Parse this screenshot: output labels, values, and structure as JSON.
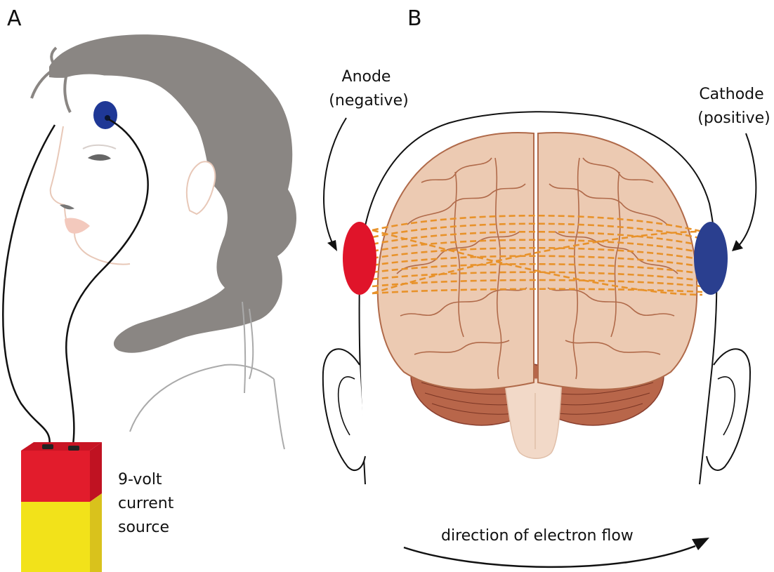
{
  "panels": {
    "a": {
      "letter": "A",
      "battery_label": [
        "9-volt",
        "current",
        "source"
      ]
    },
    "b": {
      "letter": "B",
      "anode_label": [
        "Anode",
        "(negative)"
      ],
      "cathode_label": [
        "Cathode",
        "(positive)"
      ],
      "flow_label": "direction of electron flow"
    }
  },
  "colors": {
    "hair": "#8a8683",
    "skin_outline": "#e8c8b8",
    "brain": "#eccab2",
    "brain_outline": "#b06a4a",
    "cerebellum": "#b8664a",
    "anode": "#e0142a",
    "cathode": "#2a3f8f",
    "electrode_small": "#1f3896",
    "battery_top": "#e21c2c",
    "battery_bottom": "#f2e21a",
    "battery_side_bottom": "#d9c21c",
    "current_lines": "#e8922a"
  },
  "icons": {
    "wire": "wire-icon",
    "arrow": "arrow-icon"
  }
}
